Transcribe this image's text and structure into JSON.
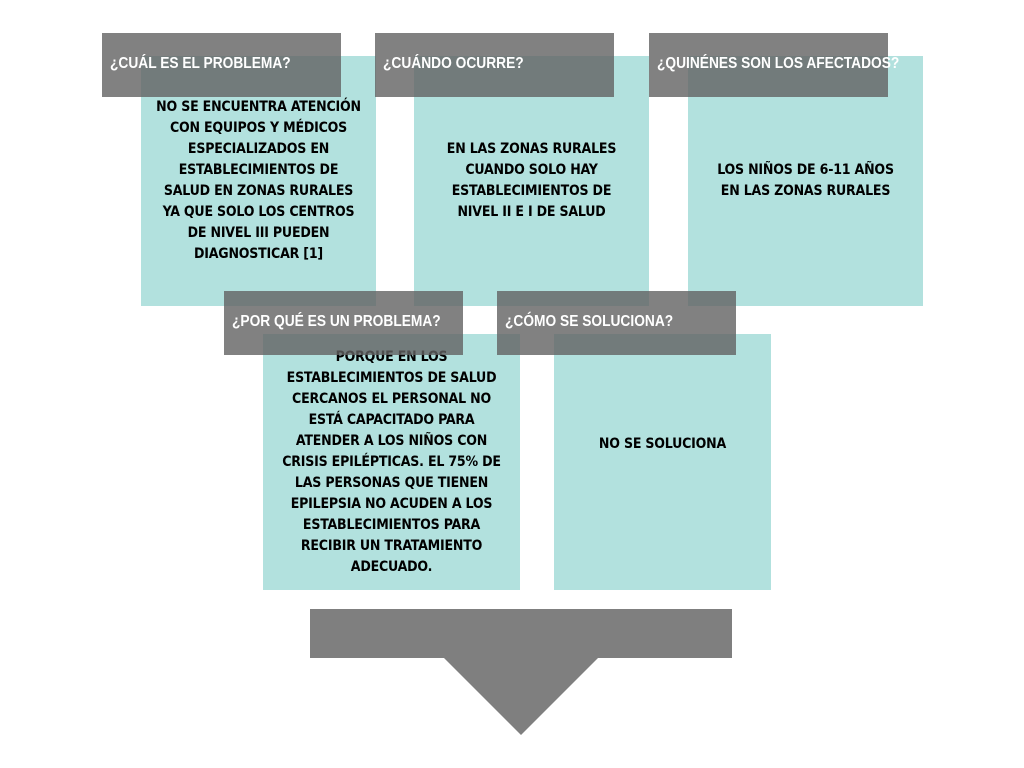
{
  "boxes": [
    {
      "header": "¿CUÁL ES EL PROBLEMA?",
      "body": "NO SE ENCUENTRA ATENCIÓN CON EQUIPOS Y MÉDICOS ESPECIALIZADOS EN ESTABLECIMIENTOS DE SALUD EN ZONAS RURALES YA QUE SOLO LOS CENTROS DE NIVEL III PUEDEN DIAGNOSTICAR [1]"
    },
    {
      "header": "¿CUÁNDO OCURRE?",
      "body": "EN LAS ZONAS RURALES CUANDO SOLO HAY ESTABLECIMIENTOS DE NIVEL II E I DE SALUD"
    },
    {
      "header": "¿QUINÉNES SON LOS AFECTADOS?",
      "body": "LOS NIÑOS DE 6-11 AÑOS EN LAS ZONAS RURALES"
    },
    {
      "header": "¿POR QUÉ ES UN PROBLEMA?",
      "body": "PORQUE EN LOS ESTABLECIMIENTOS DE SALUD CERCANOS EL PERSONAL NO ESTÁ CAPACITADO PARA ATENDER A LOS NIÑOS CON CRISIS EPILÉPTICAS. EL 75% DE LAS PERSONAS QUE TIENEN EPILEPSIA NO ACUDEN A LOS ESTABLECIMIENTOS PARA RECIBIR UN TRATAMIENTO ADECUADO."
    },
    {
      "header": "¿CÓMO SE SOLUCIONA?",
      "body": "NO SE SOLUCIONA"
    }
  ],
  "colors": {
    "card": "#b2e1de",
    "header": "#616161",
    "arrow": "#7f7f7f",
    "text": "#000000",
    "header_text": "#ffffff"
  }
}
